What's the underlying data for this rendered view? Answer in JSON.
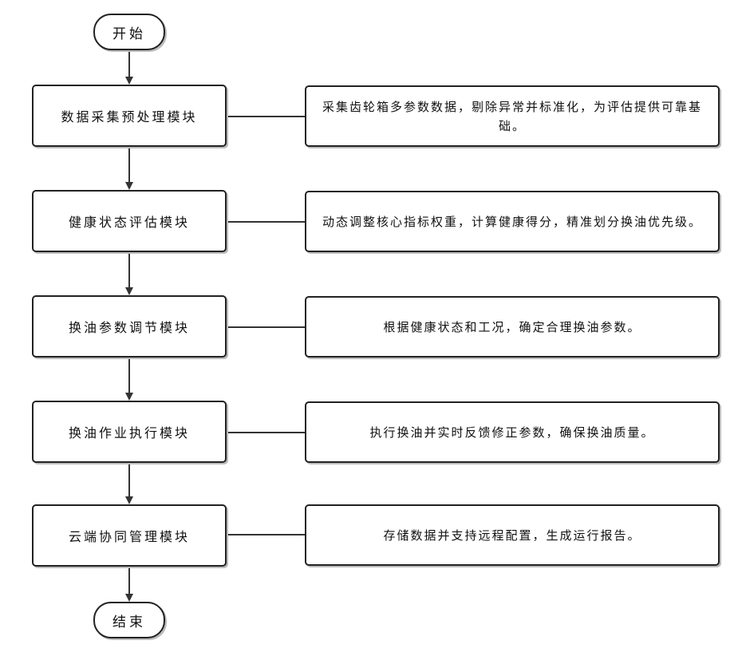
{
  "flowchart": {
    "start": "开始",
    "end": "结束",
    "steps": [
      {
        "module": "数据采集预处理模块",
        "description": "采集齿轮箱多参数数据，剔除异常并标准化，为评估提供可靠基础。"
      },
      {
        "module": "健康状态评估模块",
        "description": "动态调整核心指标权重，计算健康得分，精准划分换油优先级。"
      },
      {
        "module": "换油参数调节模块",
        "description": "根据健康状态和工况，确定合理换油参数。"
      },
      {
        "module": "换油作业执行模块",
        "description": "执行换油并实时反馈修正参数，确保换油质量。"
      },
      {
        "module": "云端协同管理模块",
        "description": "存储数据并支持远程配置，生成运行报告。"
      }
    ]
  }
}
